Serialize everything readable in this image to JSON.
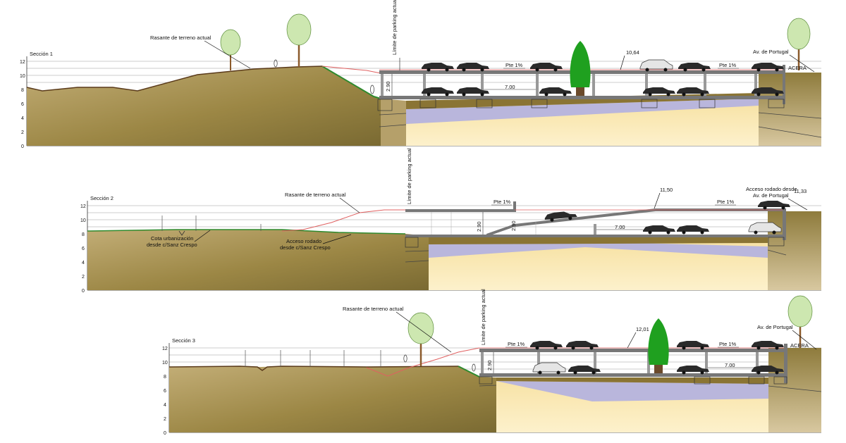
{
  "sections": [
    {
      "title": "Sección 1",
      "y_ticks": [
        "12",
        "10",
        "8",
        "6",
        "4",
        "2",
        "0"
      ],
      "labels": {
        "terrain": "Rasante de terreno actual",
        "parking_limit": "Límite de parking actual",
        "slope_left": "Pte 1%",
        "slope_right": "Pte 1%",
        "elevation": "10,64",
        "height": "2.90",
        "width": "7.00",
        "street": "Av. de Portugal",
        "sidewalk": "ACERA"
      }
    },
    {
      "title": "Sección 2",
      "y_ticks": [
        "12",
        "10",
        "8",
        "6",
        "4",
        "2",
        "0"
      ],
      "labels": {
        "terrain": "Rasante de terreno actual",
        "parking_limit": "Límite de parking actual",
        "slope_left": "Pte 1%",
        "slope_right": "Pte 1%",
        "elevation_mid": "11,50",
        "elevation_right": "11,33",
        "height_a": "2.90",
        "height_b": "2.90",
        "width": "7.00",
        "access_street_1": "Acceso rodado desde",
        "access_street_2": "Av. de Portugal",
        "cota_1": "Cota urbanización",
        "cota_2": "desde c/Sanz Crespo",
        "access_rodado_1": "Acceso rodado",
        "access_rodado_2": "desde c/Sanz Crespo"
      }
    },
    {
      "title": "Sección 3",
      "y_ticks": [
        "12",
        "10",
        "8",
        "6",
        "4",
        "2",
        "0"
      ],
      "labels": {
        "terrain": "Rasante de terreno actual",
        "parking_limit": "Límite de parking actual",
        "slope_left": "Pte 1%",
        "slope_right": "Pte 1%",
        "elevation": "12,01",
        "height": "2.90",
        "width": "7.00",
        "street": "Av. de Portugal",
        "sidewalk": "ACERA"
      }
    }
  ],
  "colors": {
    "earth_dark": "#8c7a3e",
    "earth_light": "#cdb985",
    "excavation": "#fae8b0",
    "gravel": "#b9b6dc",
    "terrain_line": "#e06060",
    "green_slope": "#2e8a2e",
    "structure": "#7f7f7f",
    "tree_cypress": "#1fa01f"
  }
}
